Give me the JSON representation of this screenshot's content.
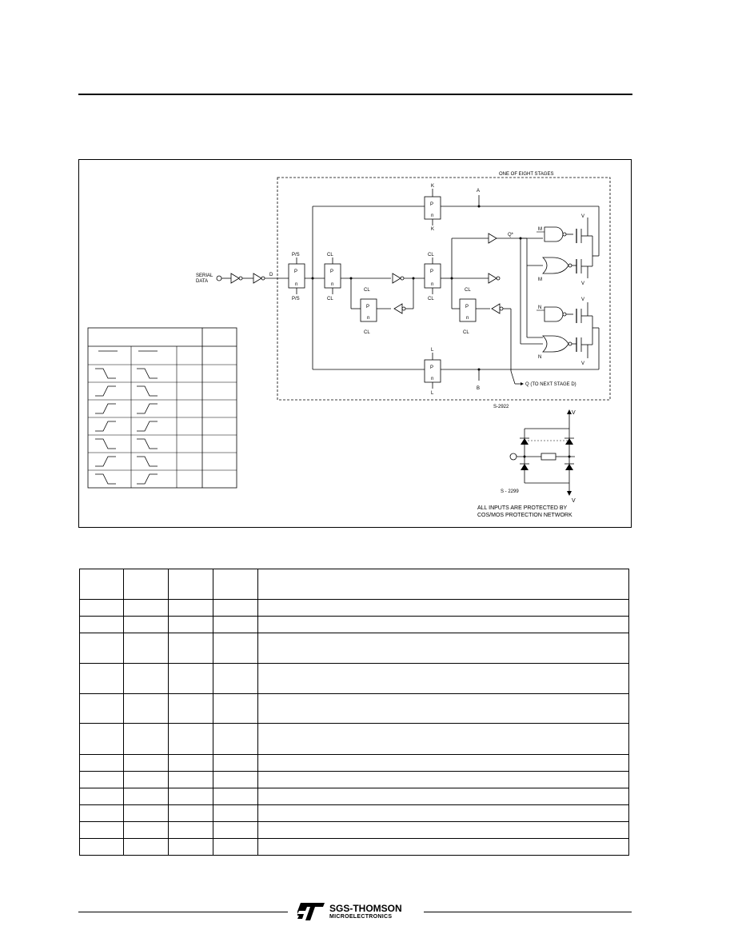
{
  "figure": {
    "stage_caption": "ONE OF EIGHT STAGES",
    "serial_data_label_line1": "SERIAL",
    "serial_data_label_line2": "DATA",
    "d_label": "D",
    "ps_top": "P/S",
    "ps_bottom": "P/S",
    "clm_top": "CL",
    "clm_bottom": "CL",
    "cls_top": "CL",
    "cls_bottom": "CL",
    "an_label": "A",
    "bn_label": "B",
    "k_top": "K",
    "k_bottom": "K",
    "l_top": "L",
    "l_bottom": "L",
    "q_star_label": "Q*",
    "q_next_label": "Q (TO NEXT STAGE D)",
    "m_label": "M",
    "n_label": "N",
    "vdd_label": "V",
    "vss_label": "V",
    "figure_id_1": "S-2922",
    "figure_id_2": "S - 2299",
    "protection_note_line1": "ALL INPUTS ARE PROTECTED BY",
    "protection_note_line2": "COS/MOS PROTECTION NETWORK",
    "p_label": "P",
    "n_small": "n"
  },
  "footer": {
    "brand_name": "SGS-THOMSON",
    "brand_sub": "MICROELECTRONICS"
  }
}
